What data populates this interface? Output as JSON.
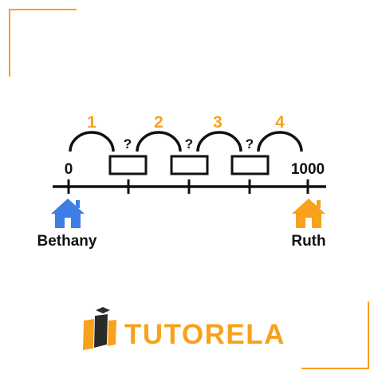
{
  "number_line": {
    "start_label": "0",
    "end_label": "1000"
  },
  "hops": [
    {
      "label": "1"
    },
    {
      "label": "2"
    },
    {
      "label": "3"
    },
    {
      "label": "4"
    }
  ],
  "unknowns": [
    {
      "label": "?"
    },
    {
      "label": "?"
    },
    {
      "label": "?"
    }
  ],
  "houses": {
    "left": {
      "name": "Bethany",
      "icon": "house-icon",
      "color": "#3d7fe6"
    },
    "right": {
      "name": "Ruth",
      "icon": "house-icon",
      "color": "#f7a21c"
    }
  },
  "brand": {
    "name": "TUTORELA",
    "logo": "tutorela-logo",
    "color": "#f7a21c"
  },
  "colors": {
    "accent": "#f7a21c",
    "line": "#111111"
  }
}
